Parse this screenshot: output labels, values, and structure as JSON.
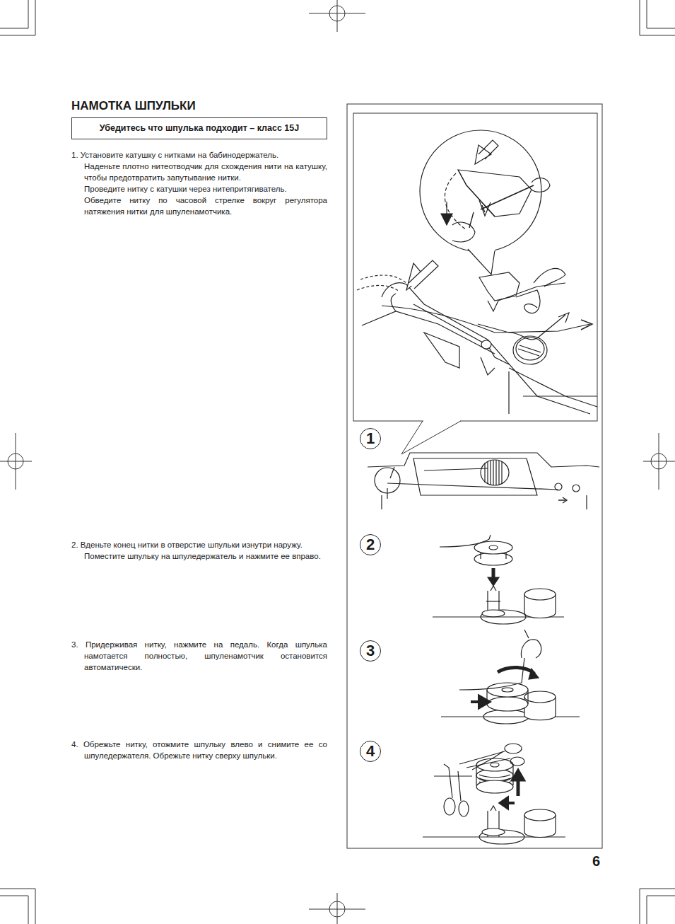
{
  "diagram": {
    "title": "НАМОТКА ШПУЛЬКИ",
    "nodes": [
      {
        "text": [
          "Убедитесь что шпулька подходит – класс 15J"
        ]
      },
      {
        "text": [
          "1"
        ]
      },
      {
        "text": [
          "2"
        ]
      },
      {
        "text": [
          "3"
        ]
      },
      {
        "text": [
          "4"
        ]
      }
    ],
    "labels": [
      "1. Установите катушку с нитками на бабинодержатель.",
      "Наденьте плотно нитеотводчик для схождения нити на катушку, чтобы предотвратить запутывание нитки.",
      "Проведите нитку с катушки через нитепритягиватель.",
      "Обведите нитку по часовой стрелке вокруг регулятора натяжения нитки для шпуленамотчика.",
      "2. Вденьте конец нитки в отверстие шпульки изнутри наружу.",
      "Поместите шпульку на шпуледержатель и нажмите ее вправо.",
      "3. Придерживая нитку, нажмите на педаль. Когда шпулька намотается полностью, шпуленамотчик остановится автоматически.",
      "4. Обрежьте нитку, отожмите шпульку влево и снимите ее со шпуледержателя. Обрежьте нитку сверху шпульки.",
      "6"
    ]
  }
}
